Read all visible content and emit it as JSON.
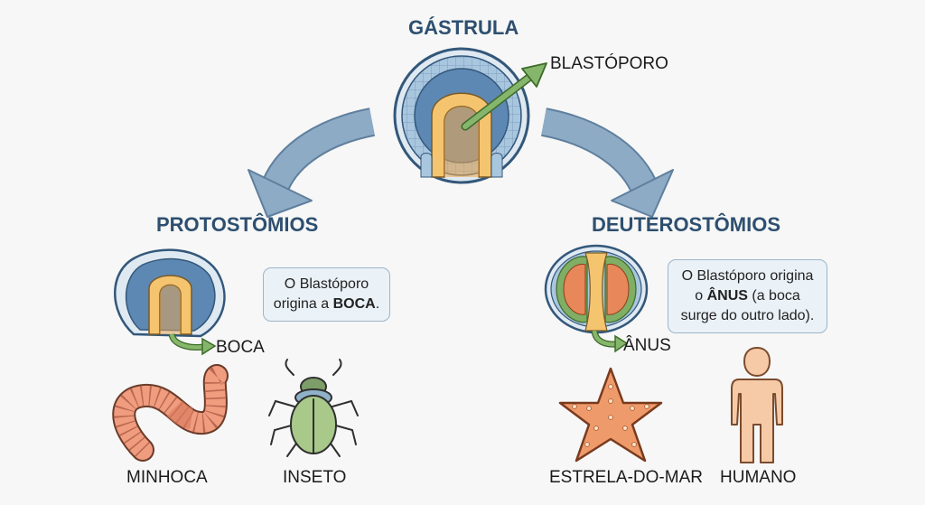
{
  "top": {
    "title": "GÁSTRULA",
    "blastopore_label": "BLASTÓPORO"
  },
  "protostomes": {
    "title": "PROTOSTÔMIOS",
    "callout": {
      "line1": "O Blastóporo",
      "line2_pre": "origina a ",
      "line2_bold": "BOCA",
      "line2_post": "."
    },
    "opening_label": "BOCA",
    "examples": [
      "MINHOCA",
      "INSETO"
    ]
  },
  "deuterostomes": {
    "title": "DEUTEROSTÔMIOS",
    "callout": {
      "line1": "O Blastóporo origina",
      "line2_pre": "o ",
      "line2_bold": "ÂNUS",
      "line2_post": " (a boca",
      "line3": "surge do outro lado)."
    },
    "opening_label": "ÂNUS",
    "examples": [
      "ESTRELA-DO-MAR",
      "HUMANO"
    ]
  },
  "colors": {
    "title": "#2e4f70",
    "arrow_blue": "#8eabc6",
    "arrow_green": "#7fae64",
    "ectoderm": "#a9c6df",
    "blastocoel": "#5d88b3",
    "endoderm": "#f5c46f",
    "mesoderm": "#e8875a",
    "worm": "#ef9c7f",
    "beetle": "#a8c98a",
    "starfish": "#ee9a6a",
    "human": "#f6caa7"
  }
}
